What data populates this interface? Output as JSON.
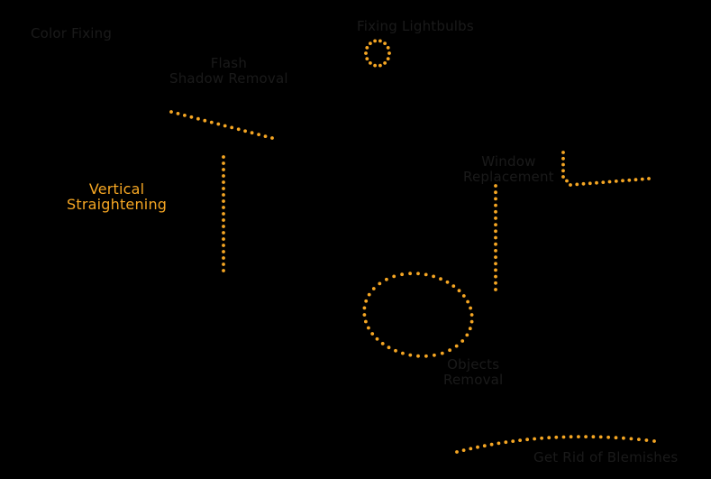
{
  "colors": {
    "background": "#000000",
    "accent": "#f5a623",
    "dim_label": "#1a1a1a"
  },
  "labels": {
    "color_fixing": "Color Fixing",
    "fixing_lightbulbs": "Fixing Lightbulbs",
    "flash_line1": "Flash",
    "flash_line2": "Shadow Removal",
    "vertical_line1": "Vertical",
    "vertical_line2": "Straightening",
    "window_line1": "Window",
    "window_line2": "Replacement",
    "objects_line1": "Objects",
    "objects_line2": "Removal",
    "blemishes": "Get Rid of Blemishes"
  },
  "active_label": "Vertical Straightening"
}
